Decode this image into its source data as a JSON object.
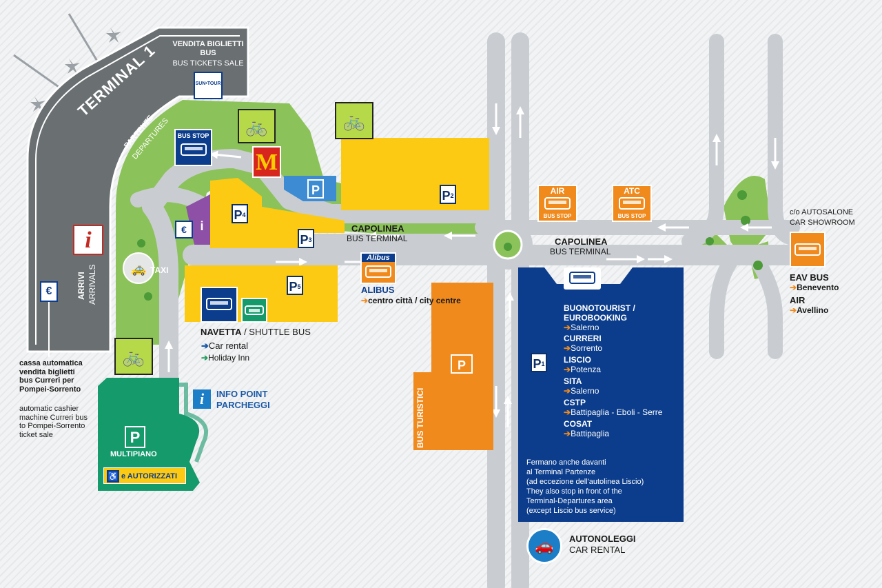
{
  "terminal": {
    "name": "TERMINAL 1",
    "departures_it": "PARTENZE",
    "departures_en": "DEPARTURES",
    "arrivals_it": "ARRIVI",
    "arrivals_en": "ARRIVALS"
  },
  "bus_tickets": {
    "it": "VENDITA BIGLIETTI BUS",
    "en": "BUS TICKETS SALE",
    "logo": "SUN•TOUR"
  },
  "bus_stop_sign": "BUS STOP",
  "taxi": "TAXI",
  "parking": {
    "p1": "P",
    "p1_num": "1",
    "p2": "P",
    "p2_num": "2",
    "p3": "P",
    "p3_num": "3",
    "p4": "P",
    "p4_num": "4",
    "p5": "P",
    "p5_num": "5",
    "blue_p": "P",
    "multipiano": "MULTIPIANO",
    "autorizzati": "e AUTORIZZATI",
    "bus_turistici": "BUS TURISTICI"
  },
  "capolinea_west": {
    "it": "CAPOLINEA",
    "en": "BUS TERMINAL"
  },
  "capolinea_east": {
    "it": "CAPOLINEA",
    "en": "BUS TERMINAL"
  },
  "alibus": {
    "logo": "Alibus",
    "name": "ALIBUS",
    "dest": "centro città / city centre"
  },
  "navetta": {
    "title_bold": "NAVETTA",
    "title_rest": " / SHUTTLE BUS",
    "car_rental": "Car rental",
    "holiday_inn": "Holiday Inn"
  },
  "info_point": {
    "line1": "INFO POINT",
    "line2": "PARCHEGGI"
  },
  "cashier": {
    "it": [
      "cassa automatica",
      "vendita biglietti",
      "bus Curreri per",
      "Pompei-Sorrento"
    ],
    "en": [
      "automatic cashier",
      "machine Curreri bus",
      "to Pompei-Sorrento",
      "ticket sale"
    ]
  },
  "air_stop": {
    "name": "AIR",
    "sub": "BUS STOP"
  },
  "atc_stop": {
    "name": "ATC",
    "sub": "BUS STOP"
  },
  "showroom": {
    "it": "c/o AUTOSALONE",
    "en": "CAR SHOWROOM"
  },
  "eav": {
    "name": "EAV BUS",
    "dest": "Benevento"
  },
  "air_line": {
    "name": "AIR",
    "dest": "Avellino"
  },
  "lines": [
    {
      "name": "BUONOTOURIST /",
      "name2": "EUROBOOKING",
      "dest": "Salerno"
    },
    {
      "name": "CURRERI",
      "name2": "",
      "dest": "Sorrento"
    },
    {
      "name": "LISCIO",
      "name2": "",
      "dest": "Potenza"
    },
    {
      "name": "SITA",
      "name2": "",
      "dest": "Salerno"
    },
    {
      "name": "CSTP",
      "name2": "",
      "dest": "Battipaglia - Eboli - Serre"
    },
    {
      "name": "COSAT",
      "name2": "",
      "dest": "Battipaglia"
    }
  ],
  "stop_note": {
    "it": [
      "Fermano anche davanti",
      "al Terminal Partenze",
      "(ad eccezione dell'autolinea Liscio)"
    ],
    "en": [
      "They also stop in front of the",
      "Terminal-Departures area",
      "(except Liscio bus service)"
    ]
  },
  "car_rental": {
    "it": "AUTONOLEGGI",
    "en": "CAR RENTAL"
  },
  "colors": {
    "yellow": "#fcc913",
    "orange": "#f08a1c",
    "navy": "#0c3d8c",
    "green": "#159a6c",
    "road": "#c9cdd2",
    "terminal": "#6a6f72",
    "grass": "#8cc25a",
    "lime": "#b6d94a"
  }
}
